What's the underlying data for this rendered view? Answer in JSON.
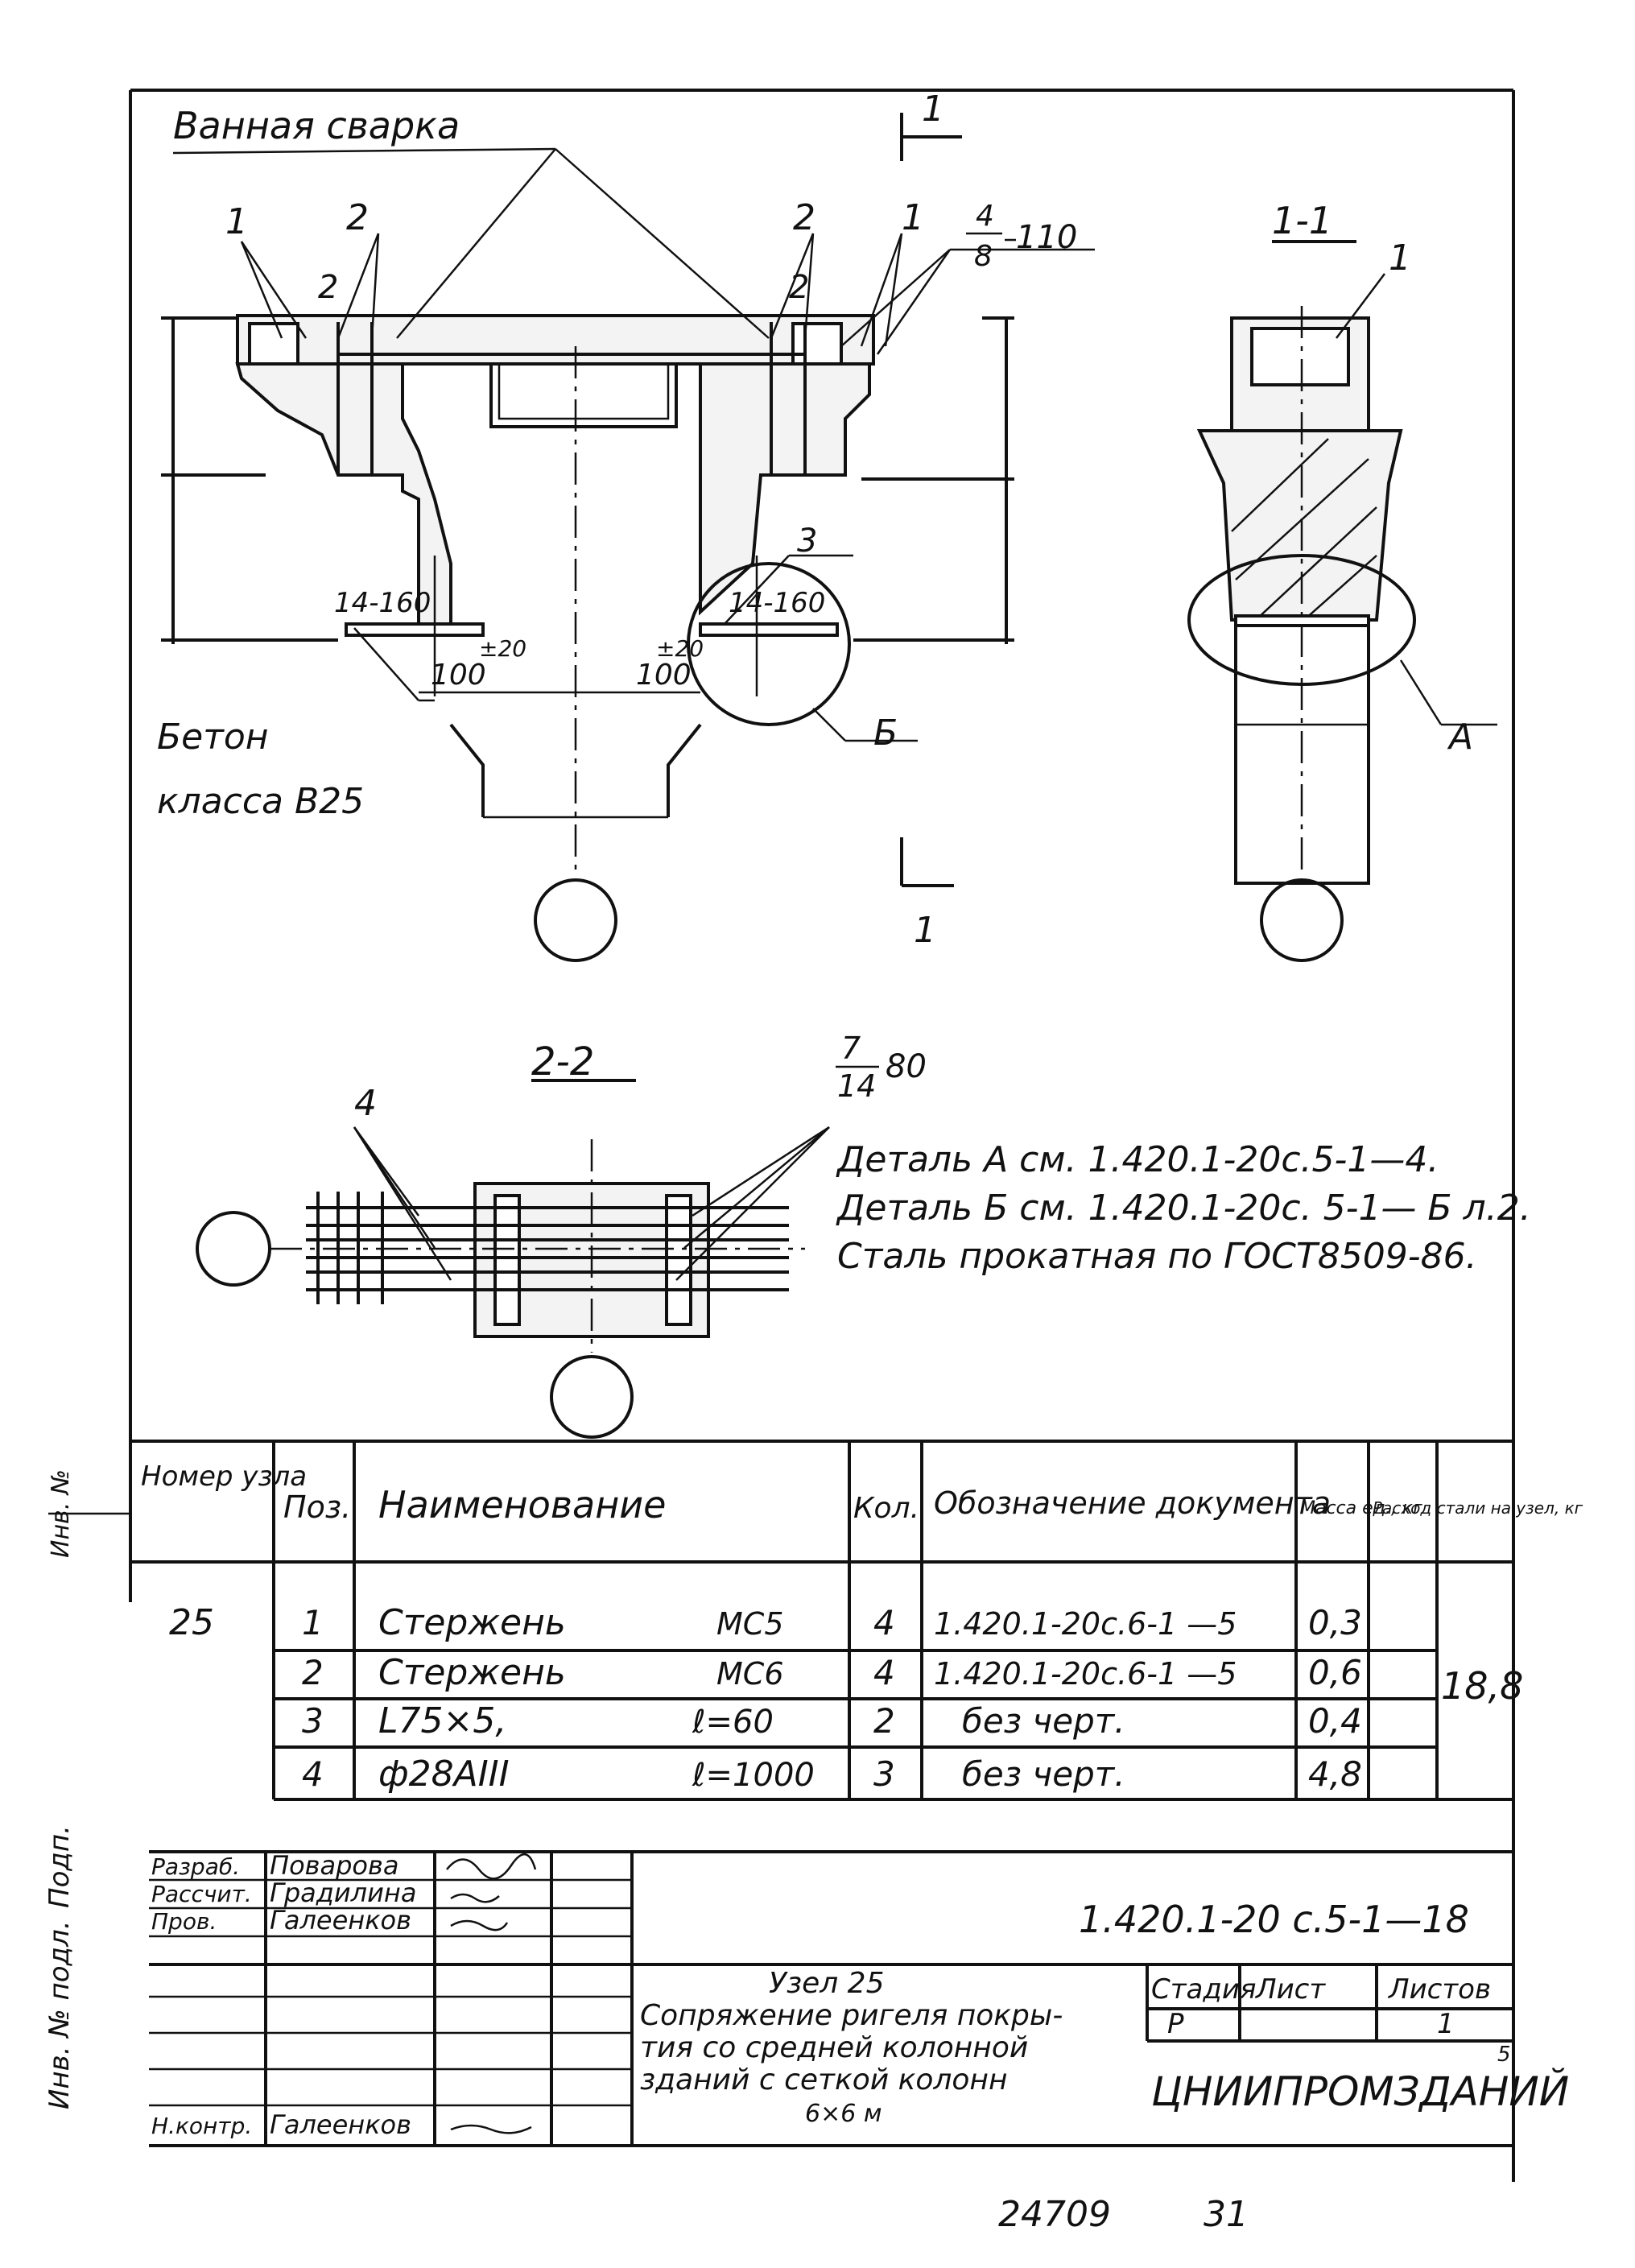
{
  "drawing_main": {
    "label_weld": "Ванная сварка",
    "label_concrete_1": "Бетон",
    "label_concrete_2": "класса В25",
    "pos_1_left": "1",
    "pos_2_left": "2",
    "pos_2_left_cut": "2",
    "pos_2_right": "2",
    "pos_2_right_cut": "2",
    "pos_1_right": "1",
    "weld_frac_top": "4",
    "weld_frac_bottom": "8",
    "weld_length": "110",
    "weld_left": "14-160",
    "weld_right": "14-160",
    "pos_3": "3",
    "dim_left": "100",
    "dim_left_tol": "±20",
    "dim_right": "100",
    "dim_right_tol": "±20",
    "callout_b": "Б",
    "section_mark_top": "1",
    "section_mark_bottom": "1"
  },
  "section_1_1": {
    "title": "1-1",
    "pos_1": "1",
    "callout_a": "А"
  },
  "section_2_2": {
    "title": "2-2",
    "pos_4": "4",
    "frac_top": "7",
    "frac_bottom": "14",
    "length": "80"
  },
  "notes": [
    "Деталь А см. 1.420.1-20с.5-1—4.",
    "Деталь Б см. 1.420.1-20с. 5-1— Б л.2.",
    "Сталь прокатная по ГОСТ8509-86."
  ],
  "spec_table": {
    "headers": {
      "node": "Номер узла",
      "pos": "Поз.",
      "name": "Наименование",
      "qty": "Кол.",
      "doc": "Обозначение документа",
      "mass": "Масса ед., кг",
      "steel": "Расход стали на узел, кг"
    },
    "node_number": "25",
    "steel_total": "18,8",
    "rows": [
      {
        "pos": "1",
        "name": "Стержень",
        "mark": "МС5",
        "qty": "4",
        "doc": "1.420.1-20с.6-1 —5",
        "mass": "0,3"
      },
      {
        "pos": "2",
        "name": "Стержень",
        "mark": "МС6",
        "qty": "4",
        "doc": "1.420.1-20с.6-1 —5",
        "mass": "0,6"
      },
      {
        "pos": "3",
        "name": "L75×5,",
        "mark": "ℓ=60",
        "qty": "2",
        "doc": "без черт.",
        "mass": "0,4"
      },
      {
        "pos": "4",
        "name": "ф28АIII",
        "mark": "ℓ=1000",
        "qty": "3",
        "doc": "без черт.",
        "mass": "4,8"
      }
    ]
  },
  "title_block": {
    "role_develop": "Разраб.",
    "role_calc": "Рассчит.",
    "role_check": "Пров.",
    "role_control": "Н.контр.",
    "name_develop": "Поварова",
    "name_calc": "Градилина",
    "name_check": "Галеенков",
    "name_control": "Галеенков",
    "doc_number": "1.420.1-20 с.5-1—18",
    "title_line1": "Узел 25",
    "title_line2": "Сопряжение ригеля покры-",
    "title_line3": "тия со средней колонной",
    "title_line4": "зданий с сеткой колонн",
    "title_line5": "6×6 м",
    "stage_label": "Стадия",
    "sheet_label": "Лист",
    "sheets_label": "Листов",
    "stage_value": "Р",
    "sheets_value": "1",
    "sheets_corner": "5",
    "organization": "ЦНИИПРОМЗДАНИЙ"
  },
  "side_margin": {
    "inv_label": "Инв. № подл.",
    "sign_label": "Подп.",
    "inv_top": "Инв. №"
  },
  "footer": {
    "archive_number": "24709",
    "page_number": "31"
  }
}
